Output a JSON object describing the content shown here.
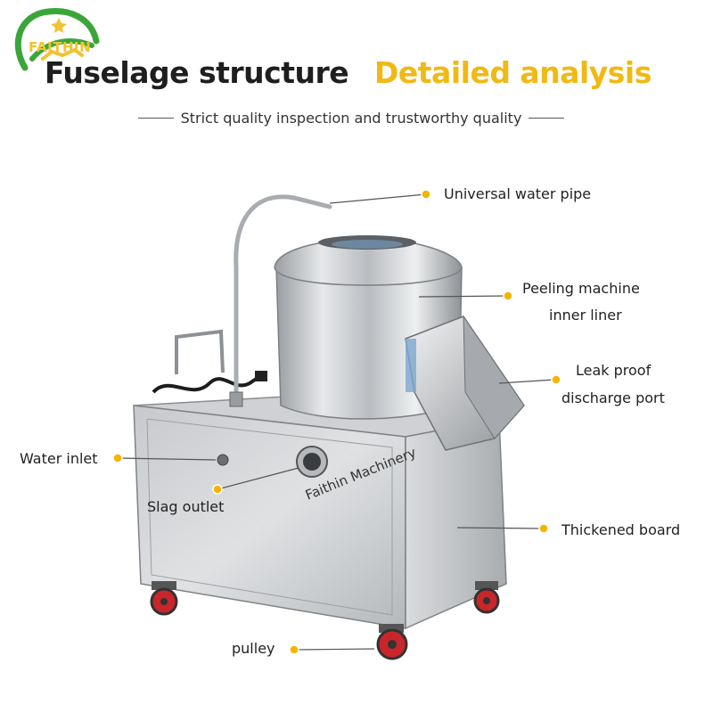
{
  "brand": {
    "name": "FAITHIN",
    "logo_icon": "handshake-leaf-logo-icon",
    "colors": {
      "green": "#3aa63a",
      "gold": "#f2c230"
    }
  },
  "header": {
    "title_left": "Fuselage structure",
    "title_right": "Detailed analysis",
    "subtitle": "Strict quality inspection and trustworthy quality"
  },
  "callouts": {
    "water_pipe": "Universal water pipe",
    "liner_line1": "Peeling machine",
    "liner_line2": "inner liner",
    "discharge_line1": "Leak proof",
    "discharge_line2": "discharge port",
    "water_inlet": "Water inlet",
    "slag_outlet": "Slag outlet",
    "thickened_board": "Thickened board",
    "pulley": "pulley"
  },
  "watermark": "Faithin Machinery",
  "colors": {
    "accent_gold": "#f0b914",
    "dot": "#f5b400",
    "wheel_red": "#c8262a"
  }
}
